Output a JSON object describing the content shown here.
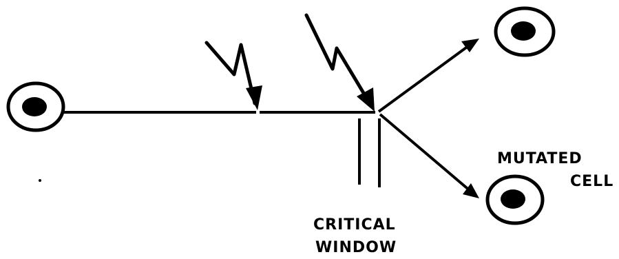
{
  "diagram": {
    "labels": {
      "mutated_line1": "MUTATED",
      "mutated_line2": "CELL",
      "window_line1": "CRITICAL",
      "window_line2": "WINDOW"
    },
    "colors": {
      "ink": "#000000",
      "background": "#ffffff"
    },
    "icons": {
      "source_cell": "cell-icon",
      "normal_daughter_cell": "cell-icon",
      "mutated_daughter_cell": "cell-icon",
      "first_hit": "lightning-arrow-icon",
      "second_hit": "lightning-arrow-icon"
    }
  }
}
